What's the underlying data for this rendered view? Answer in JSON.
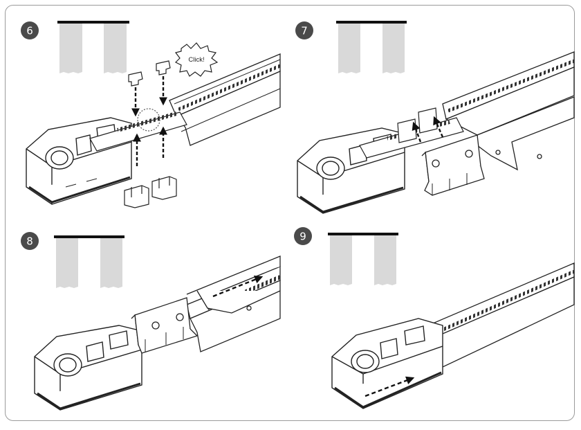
{
  "steps": [
    {
      "number": "6",
      "callout": "Click!"
    },
    {
      "number": "7"
    },
    {
      "number": "8"
    },
    {
      "number": "9"
    }
  ],
  "colors": {
    "step_badge": "#4a4a4a",
    "curtain": "#d9d9d9",
    "curtain_rod": "#111111",
    "frame": "#9a9a9a",
    "line": "#222222"
  },
  "icons": {
    "direction": "dashed-arrow-icon",
    "callout": "click-burst-icon"
  }
}
